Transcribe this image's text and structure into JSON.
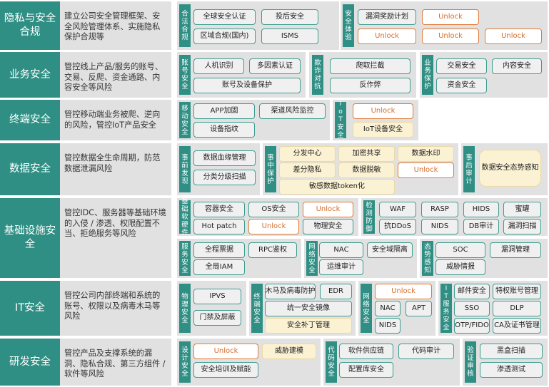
{
  "rows": [
    {
      "title": "隐私与安全合规",
      "desc": "建立公司安全管理框架、安全风险管理体系、实施隐私保护合规等",
      "groups": [
        {
          "label": "合法合规",
          "items": [
            "全球安全认证",
            "投后安全",
            "区域合规(国内)",
            "ISMS"
          ]
        },
        {
          "label": "安全体验",
          "items": [
            "漏洞奖励计划",
            "Unlock",
            "Unlock",
            "Unlock",
            "Unlock"
          ]
        }
      ]
    },
    {
      "title": "业务安全",
      "desc": "管控线上产品/服务的账号、交易、反爬、资金通路、内容安全等风险",
      "groups": [
        {
          "label": "账号安全",
          "items": [
            "人机识别",
            "多因素认证",
            "账号及设备保护"
          ]
        },
        {
          "label": "欺诈对抗",
          "items": [
            "爬取拦截",
            "反作弊"
          ]
        },
        {
          "label": "业务保护",
          "items": [
            "交易安全",
            "内容安全",
            "资金安全"
          ]
        }
      ]
    },
    {
      "title": "终端安全",
      "desc": "管控移动端业务被爬、逆向的风险，管控IoT产品安全",
      "groups": [
        {
          "label": "移动安全",
          "items": [
            "APP加固",
            "渠道风险监控",
            "设备指纹"
          ]
        },
        {
          "label": "IoT安全",
          "items": [
            "Unlock",
            "IoT设备安全"
          ]
        }
      ]
    },
    {
      "title": "数据安全",
      "desc": "管控数据全生命周期，防范数据泄漏风险",
      "groups": [
        {
          "label": "事前发现",
          "items": [
            "数据血缘管理",
            "分类分级扫描"
          ]
        },
        {
          "label": "事中保护",
          "items": [
            "分发中心",
            "加密共享",
            "数据水印",
            "差分隐私",
            "数据脱敏",
            "Unlock",
            "敏感数据token化"
          ]
        },
        {
          "label": "事后审计",
          "items": [
            "数据安全态势感知"
          ]
        }
      ]
    },
    {
      "title": "基础设施安全",
      "desc": "管控IDC、服务器等基础环境的入侵 / 渗透、权限配置不当、拒绝服务等风险",
      "groups": [
        {
          "label": "基础软硬件",
          "items": [
            "容器安全",
            "OS安全",
            "Unlock",
            "Hot patch",
            "Unlock",
            "物理安全"
          ]
        },
        {
          "label": "检测防御",
          "items": [
            "WAF",
            "RASP",
            "HIDS",
            "蜜罐",
            "抗DDoS",
            "NIDS",
            "DB审计",
            "漏洞扫描"
          ]
        },
        {
          "label": "服务安全",
          "items": [
            "全程票据",
            "RPC鉴权",
            "全局IAM"
          ]
        },
        {
          "label": "网络安全",
          "items": [
            "NAC",
            "安全域隔离",
            "运维审计"
          ]
        },
        {
          "label": "态势感知",
          "items": [
            "SOC",
            "漏洞管理",
            "威胁情报"
          ]
        }
      ]
    },
    {
      "title": "IT安全",
      "desc": "管控公司内部终端和系统的账号、权限以及病毒木马等风险",
      "groups": [
        {
          "label": "物理安全",
          "items": [
            "IPVS",
            "门禁及屏蔽"
          ]
        },
        {
          "label": "终端安全",
          "items": [
            "木马及病毒防护",
            "EDR",
            "统一安全镜像",
            "安全补丁管理"
          ]
        },
        {
          "label": "网络安全",
          "items": [
            "Unlock",
            "NAC",
            "APT",
            "NIDS"
          ]
        },
        {
          "label": "IT服务安全",
          "items": [
            "邮件安全",
            "特权账号管理",
            "SSO",
            "DLP",
            "OTP/FIDO",
            "CA及证书管理"
          ]
        }
      ]
    },
    {
      "title": "研发安全",
      "desc": "管控产品及支撑系统的漏洞、隐私合规、第三方组件 / 软件等风险",
      "groups": [
        {
          "label": "设计安全",
          "items": [
            "Unlock",
            "威胁建模",
            "安全培训及赋能"
          ]
        },
        {
          "label": "代码安全",
          "items": [
            "软件供应链",
            "代码审计",
            "配置库安全"
          ]
        },
        {
          "label": "验证审核",
          "items": [
            "黑盒扫描",
            "渗透测试"
          ]
        }
      ]
    }
  ]
}
